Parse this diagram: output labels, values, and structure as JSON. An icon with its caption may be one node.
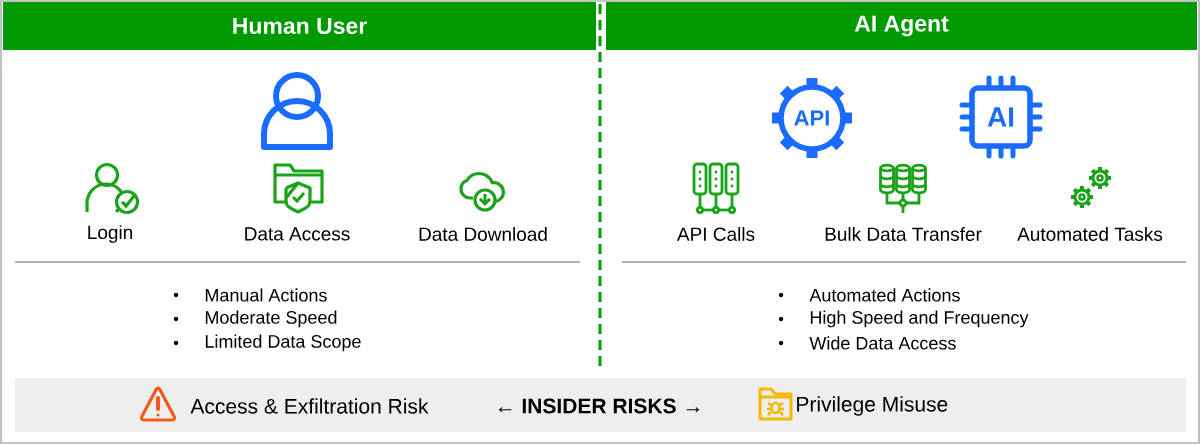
{
  "diagram": {
    "nodes": [
      {
        "text": [
          "Human User"
        ]
      },
      {
        "text": [
          "AI Agent"
        ]
      }
    ],
    "labels": [
      "Login",
      "Data Access",
      "Data Download",
      "API",
      "AI",
      "API Calls",
      "Bulk Data Transfer",
      "Automated Tasks",
      "Manual Actions",
      "Moderate Speed",
      "Limited Data Scope",
      "Automated Actions",
      "High Speed and Frequency",
      "Wide Data Access",
      "Access & Exfiltration Risk",
      "← INSIDER RISKS →",
      "Privilege Misuse"
    ]
  }
}
